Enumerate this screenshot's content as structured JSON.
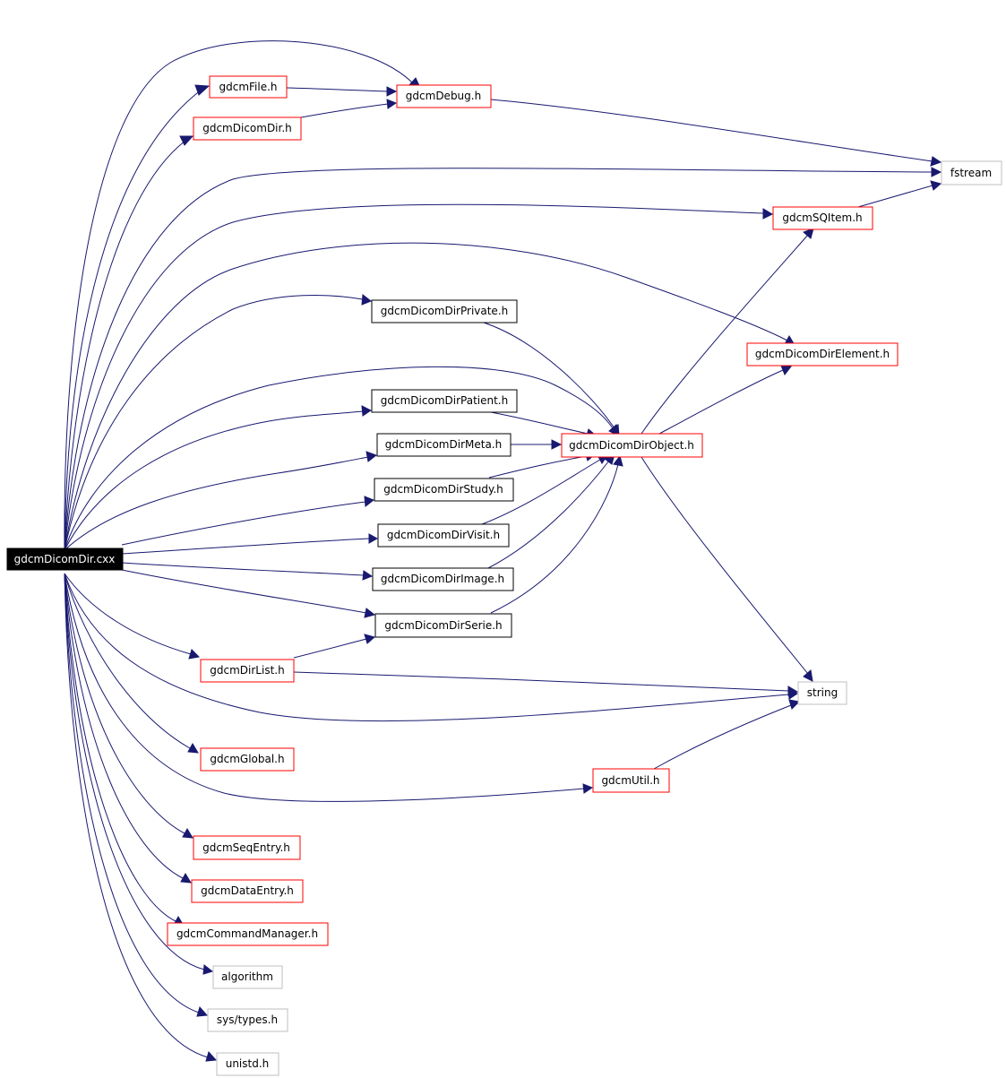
{
  "colors": {
    "edge": "#191970",
    "documented_border": "#ff0000",
    "plain_border": "#000000",
    "external_border": "#bfbfbf",
    "root_fill": "#000000",
    "root_text": "#ffffff"
  },
  "nodes": {
    "root": "gdcmDicomDir.cxx",
    "gdcmFile": "gdcmFile.h",
    "gdcmDebug": "gdcmDebug.h",
    "gdcmDicomDirH": "gdcmDicomDir.h",
    "fstream": "fstream",
    "gdcmSQItem": "gdcmSQItem.h",
    "gdcmDicomDirPrivate": "gdcmDicomDirPrivate.h",
    "gdcmDicomDirElement": "gdcmDicomDirElement.h",
    "gdcmDicomDirPatient": "gdcmDicomDirPatient.h",
    "gdcmDicomDirMeta": "gdcmDicomDirMeta.h",
    "gdcmDicomDirObject": "gdcmDicomDirObject.h",
    "gdcmDicomDirStudy": "gdcmDicomDirStudy.h",
    "gdcmDicomDirVisit": "gdcmDicomDirVisit.h",
    "gdcmDicomDirImage": "gdcmDicomDirImage.h",
    "gdcmDicomDirSerie": "gdcmDicomDirSerie.h",
    "gdcmDirList": "gdcmDirList.h",
    "string": "string",
    "gdcmGlobal": "gdcmGlobal.h",
    "gdcmUtil": "gdcmUtil.h",
    "gdcmSeqEntry": "gdcmSeqEntry.h",
    "gdcmDataEntry": "gdcmDataEntry.h",
    "gdcmCommandManager": "gdcmCommandManager.h",
    "algorithm": "algorithm",
    "systypes": "sys/types.h",
    "unistd": "unistd.h"
  }
}
